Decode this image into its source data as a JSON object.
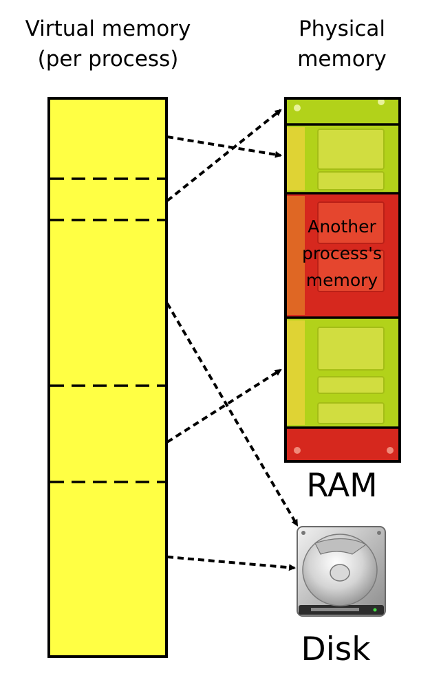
{
  "virtual": {
    "title_line1": "Virtual memory",
    "title_line2": "(per process)"
  },
  "physical": {
    "title_line1": "Physical",
    "title_line2": "memory",
    "other_line1": "Another",
    "other_line2": "process's",
    "other_line3": "memory"
  },
  "ram_label": "RAM",
  "disk_label": "Disk",
  "colors": {
    "virtual_fill": "#ffff44",
    "ram_green": "#b2d21a",
    "ram_yellow": "#e2e24a",
    "ram_red": "#d6281e",
    "outline": "#000000"
  }
}
